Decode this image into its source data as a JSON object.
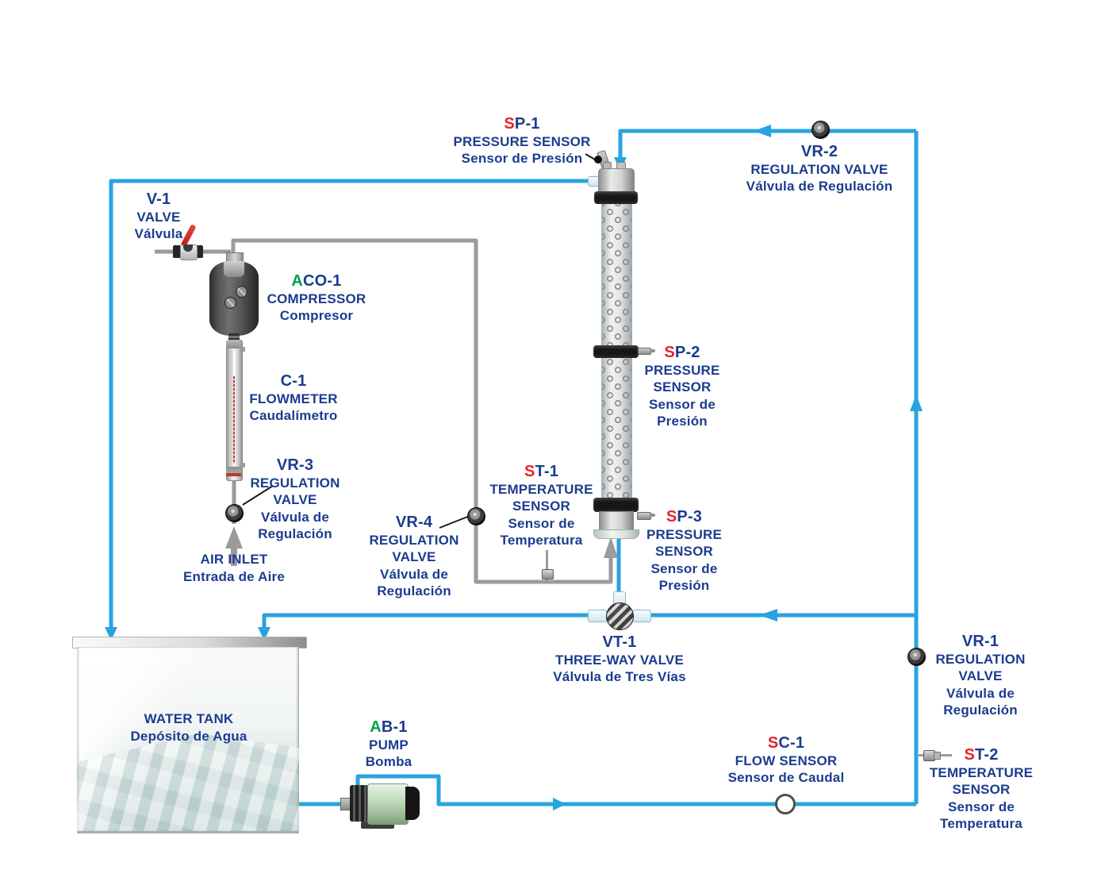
{
  "colors": {
    "background": "#ffffff",
    "pipe-blue": "#29a3e0",
    "pipe-gray": "#9b9b9b",
    "label-blue": "#1b3c8f",
    "accent-red": "#e8222a",
    "accent-green": "#00a14b"
  },
  "components": {
    "sp1": {
      "code_prefix": "S",
      "prefix_color": "red",
      "code_rest": "P-1",
      "lines": [
        "PRESSURE SENSOR",
        "Sensor de Presión"
      ]
    },
    "vr2": {
      "code_prefix": "",
      "code_rest": "VR-2",
      "lines": [
        "REGULATION VALVE",
        "Válvula de Regulación"
      ]
    },
    "v1": {
      "code_prefix": "",
      "code_rest": "V-1",
      "lines": [
        "VALVE",
        "Válvula"
      ]
    },
    "aco1": {
      "code_prefix": "A",
      "prefix_color": "green",
      "code_rest": "CO-1",
      "lines": [
        "COMPRESSOR",
        "Compresor"
      ]
    },
    "c1": {
      "code_prefix": "",
      "code_rest": "C-1",
      "lines": [
        "FLOWMETER",
        "Caudalímetro"
      ]
    },
    "vr3": {
      "code_prefix": "",
      "code_rest": "VR-3",
      "lines": [
        "REGULATION",
        "VALVE",
        "Válvula de",
        "Regulación"
      ]
    },
    "air_inlet": {
      "lines": [
        "AIR INLET",
        "Entrada de Aire"
      ]
    },
    "vr4": {
      "code_prefix": "",
      "code_rest": "VR-4",
      "lines": [
        "REGULATION",
        "VALVE",
        "Válvula de",
        "Regulación"
      ]
    },
    "st1": {
      "code_prefix": "S",
      "prefix_color": "red",
      "code_rest": "T-1",
      "lines": [
        "TEMPERATURE",
        "SENSOR",
        "Sensor de",
        "Temperatura"
      ]
    },
    "sp2": {
      "code_prefix": "S",
      "prefix_color": "red",
      "code_rest": "P-2",
      "lines": [
        "PRESSURE",
        "SENSOR",
        "Sensor de",
        "Presión"
      ]
    },
    "sp3": {
      "code_prefix": "S",
      "prefix_color": "red",
      "code_rest": "P-3",
      "lines": [
        "PRESSURE",
        "SENSOR",
        "Sensor de",
        "Presión"
      ]
    },
    "vt1": {
      "code_prefix": "",
      "code_rest": "VT-1",
      "lines": [
        "THREE-WAY VALVE",
        "Válvula de Tres Vías"
      ]
    },
    "water_tank": {
      "lines": [
        "WATER TANK",
        "Depósito de Agua"
      ]
    },
    "ab1": {
      "code_prefix": "A",
      "prefix_color": "green",
      "code_rest": "B-1",
      "lines": [
        "PUMP",
        "Bomba"
      ]
    },
    "sc1": {
      "code_prefix": "S",
      "prefix_color": "red",
      "code_rest": "C-1",
      "lines": [
        "FLOW SENSOR",
        "Sensor de Caudal"
      ]
    },
    "vr1": {
      "code_prefix": "",
      "code_rest": "VR-1",
      "lines": [
        "REGULATION",
        "VALVE",
        "Válvula de",
        "Regulación"
      ]
    },
    "st2": {
      "code_prefix": "S",
      "prefix_color": "red",
      "code_rest": "T-2",
      "lines": [
        "TEMPERATURE",
        "SENSOR",
        "Sensor de",
        "Temperatura"
      ]
    }
  }
}
